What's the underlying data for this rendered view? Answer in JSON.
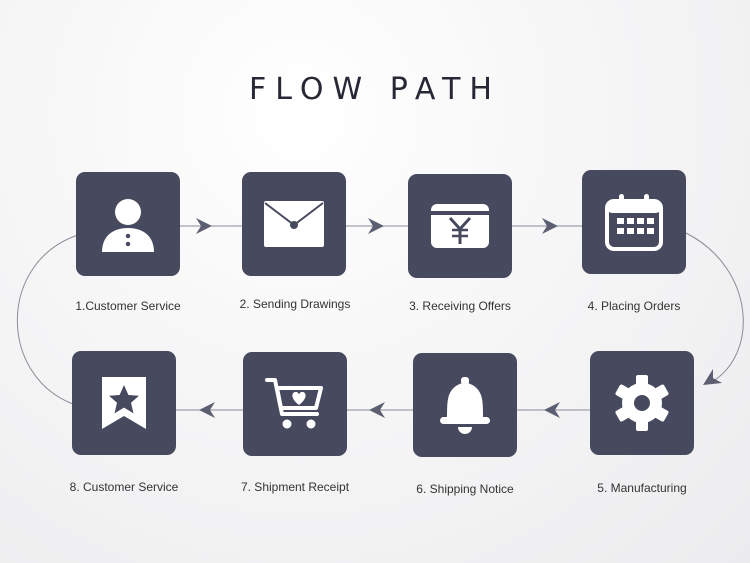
{
  "title": "FLOW PATH",
  "steps": [
    {
      "label": "1.Customer Service",
      "icon": "person-icon"
    },
    {
      "label": "2. Sending Drawings",
      "icon": "envelope-icon"
    },
    {
      "label": "3. Receiving Offers",
      "icon": "yen-card-icon"
    },
    {
      "label": "4. Placing Orders",
      "icon": "calendar-icon"
    },
    {
      "label": "5. Manufacturing",
      "icon": "gear-icon"
    },
    {
      "label": "6. Shipping Notice",
      "icon": "bell-icon"
    },
    {
      "label": "7. Shipment Receipt",
      "icon": "shopping-cart-icon"
    },
    {
      "label": "8. Customer Service",
      "icon": "star-badge-icon"
    }
  ],
  "colors": {
    "tile": "#474a5e",
    "connector": "#8a8c99",
    "arrow": "#5c5f72",
    "text": "#333333"
  }
}
